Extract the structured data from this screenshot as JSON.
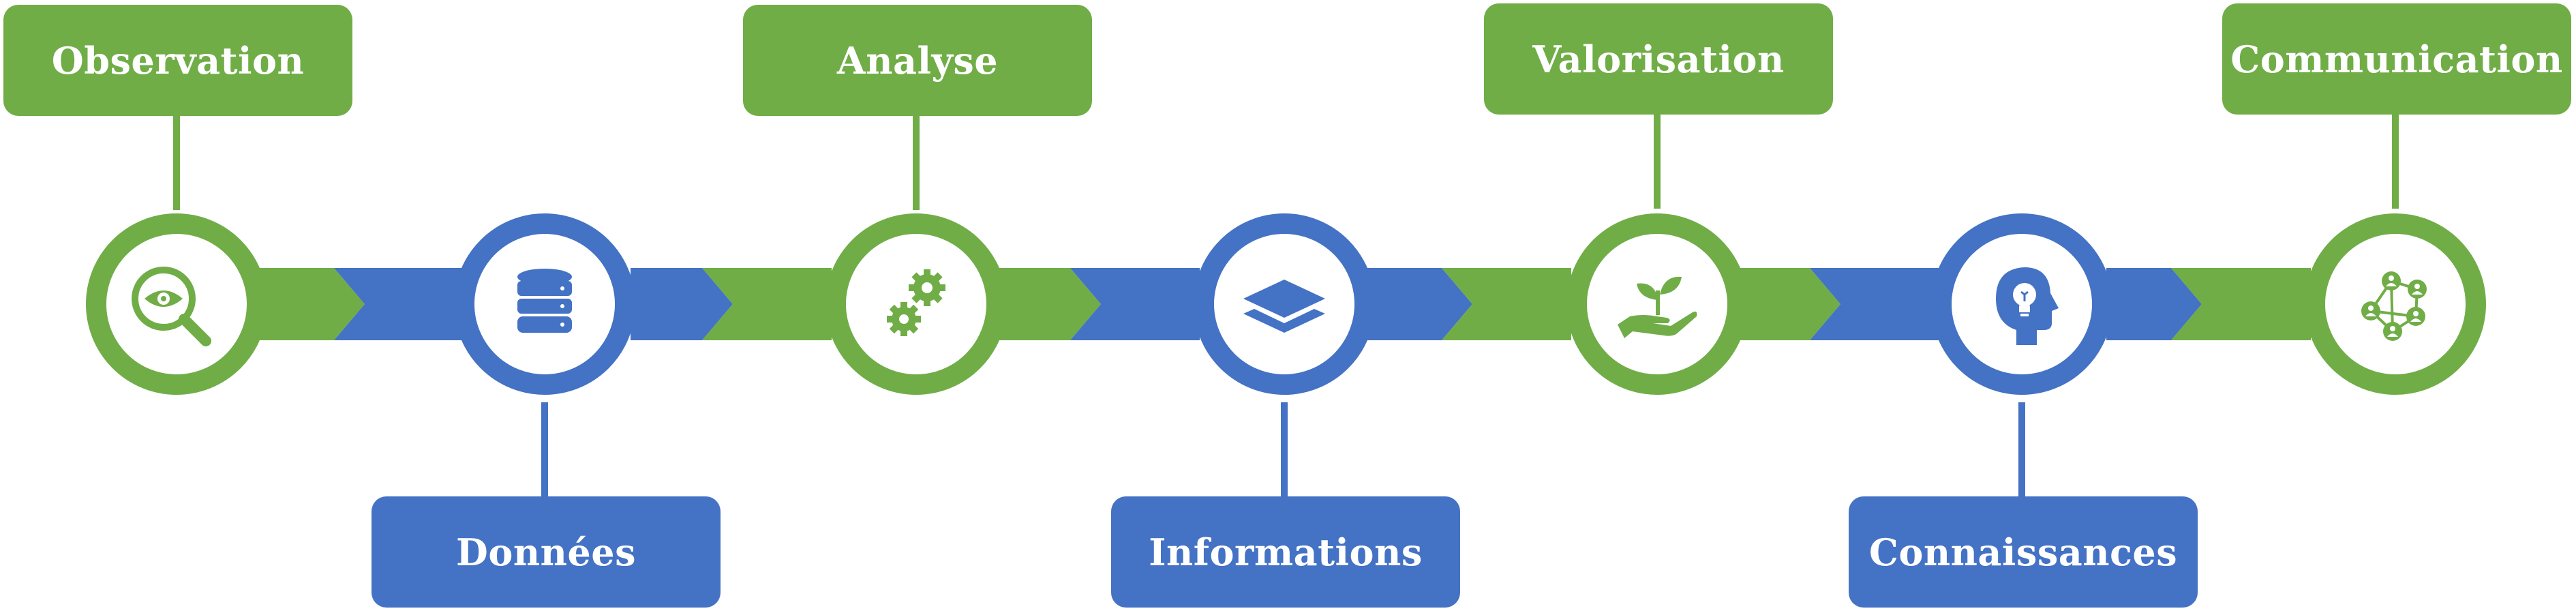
{
  "colors": {
    "green": "#70ad47",
    "blue": "#4472c4",
    "white": "#ffffff"
  },
  "steps": [
    {
      "label": "Observation",
      "color": "green",
      "side": "top",
      "icon": "eye-magnifier-icon"
    },
    {
      "label": "Données",
      "color": "blue",
      "side": "bottom",
      "icon": "database-icon"
    },
    {
      "label": "Analyse",
      "color": "green",
      "side": "top",
      "icon": "gears-icon"
    },
    {
      "label": "Informations",
      "color": "blue",
      "side": "bottom",
      "icon": "layers-icon"
    },
    {
      "label": "Valorisation",
      "color": "green",
      "side": "top",
      "icon": "hand-plant-icon"
    },
    {
      "label": "Connaissances",
      "color": "blue",
      "side": "bottom",
      "icon": "head-lightbulb-icon"
    },
    {
      "label": "Communication",
      "color": "green",
      "side": "top",
      "icon": "network-people-icon"
    }
  ]
}
